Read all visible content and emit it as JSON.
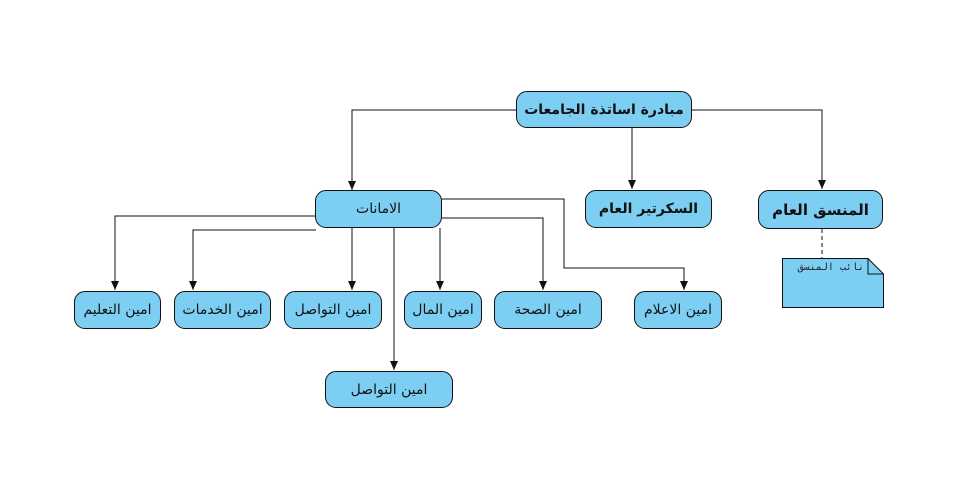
{
  "diagram": {
    "root": "مبادرة اساتذة الجامعات",
    "amanat": "الامانات",
    "secretary": "السكرتير العام",
    "coordinator": "المنسق العام",
    "deputy_note": "نائب المنسق",
    "children": [
      "امين التعليم",
      "امين الخدمات",
      "امين التواصل",
      "امين المال",
      "امين الصحة",
      "امين الاعلام"
    ],
    "bottom": "امين التواصل"
  },
  "colors": {
    "node_fill": "#7dcef3",
    "note_fill": "#7dcef3",
    "stroke": "#111111"
  }
}
